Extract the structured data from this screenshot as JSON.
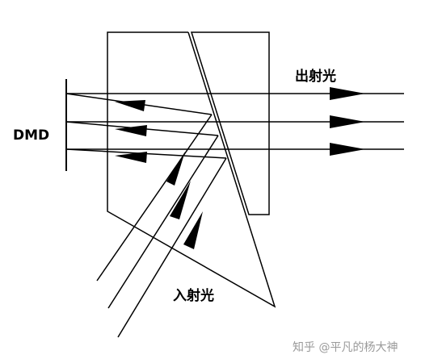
{
  "labels": {
    "dmd": "DMD",
    "output_light": "出射光",
    "input_light": "入射光"
  },
  "watermark": "知乎 @平凡的杨大神",
  "colors": {
    "line": "#000000",
    "background": "#ffffff",
    "watermark": "#9a9a9a"
  }
}
